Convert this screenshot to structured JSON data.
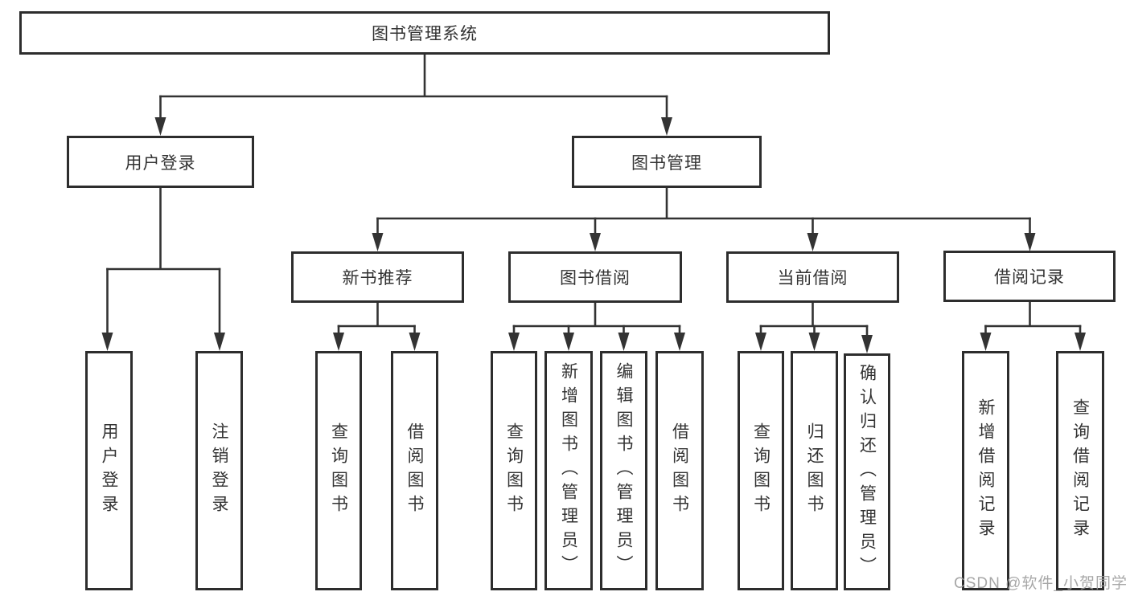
{
  "diagram": {
    "root": {
      "label": "图书管理系统"
    },
    "branches": [
      {
        "label": "用户登录",
        "children": [
          {
            "label": "用户登录"
          },
          {
            "label": "注销登录"
          }
        ]
      },
      {
        "label": "图书管理",
        "children": [
          {
            "label": "新书推荐",
            "children": [
              {
                "label": "查询图书"
              },
              {
                "label": "借阅图书"
              }
            ]
          },
          {
            "label": "图书借阅",
            "children": [
              {
                "label": "查询图书"
              },
              {
                "label": "新增图书（管理员）"
              },
              {
                "label": "编辑图书（管理员）"
              },
              {
                "label": "借阅图书"
              }
            ]
          },
          {
            "label": "当前借阅",
            "children": [
              {
                "label": "查询图书"
              },
              {
                "label": "归还图书"
              },
              {
                "label": "确认归还（管理员）"
              }
            ]
          },
          {
            "label": "借阅记录",
            "children": [
              {
                "label": "新增借阅记录"
              },
              {
                "label": "查询借阅记录"
              }
            ]
          }
        ]
      }
    ],
    "colors": {
      "border": "#2d2d2d",
      "line": "#333333",
      "text": "#333333",
      "background": "#ffffff"
    }
  },
  "watermark": {
    "text": "CSDN @软件_小贺同学",
    "color": "#9e9e9e"
  }
}
